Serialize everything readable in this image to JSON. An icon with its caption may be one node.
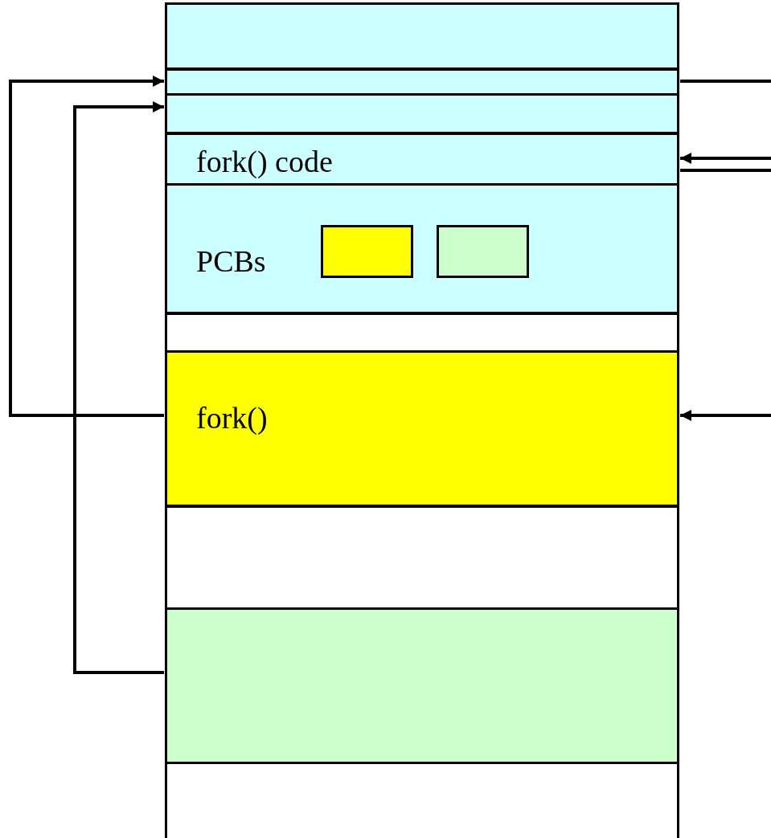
{
  "diagram": {
    "nodes": [
      {
        "text": [],
        "shape": "box"
      },
      {
        "text": [],
        "shape": "box"
      },
      {
        "text": [],
        "shape": "box"
      },
      {
        "text": [
          "fork() code"
        ]
      },
      {
        "text": [
          "PCBs"
        ]
      },
      {
        "text": [],
        "shape": "box",
        "in": 4
      },
      {
        "text": [],
        "shape": "box",
        "in": 4
      },
      {
        "text": [],
        "shape": "box"
      },
      {
        "text": [
          "fork()"
        ]
      },
      {
        "text": [],
        "shape": "box"
      },
      {
        "text": [],
        "shape": "box"
      },
      {
        "text": [],
        "shape": "box"
      }
    ],
    "edges": [
      {
        "from": 8,
        "to": 1,
        "arrow": "to"
      },
      {
        "from": 10,
        "to": 2,
        "arrow": "to"
      },
      {
        "from": 1,
        "to": null,
        "arrow": "none"
      },
      {
        "from": null,
        "to": 3,
        "arrow": "to"
      },
      {
        "from": 3,
        "to": null,
        "arrow": "none"
      },
      {
        "from": null,
        "to": 8,
        "arrow": "to"
      }
    ]
  }
}
